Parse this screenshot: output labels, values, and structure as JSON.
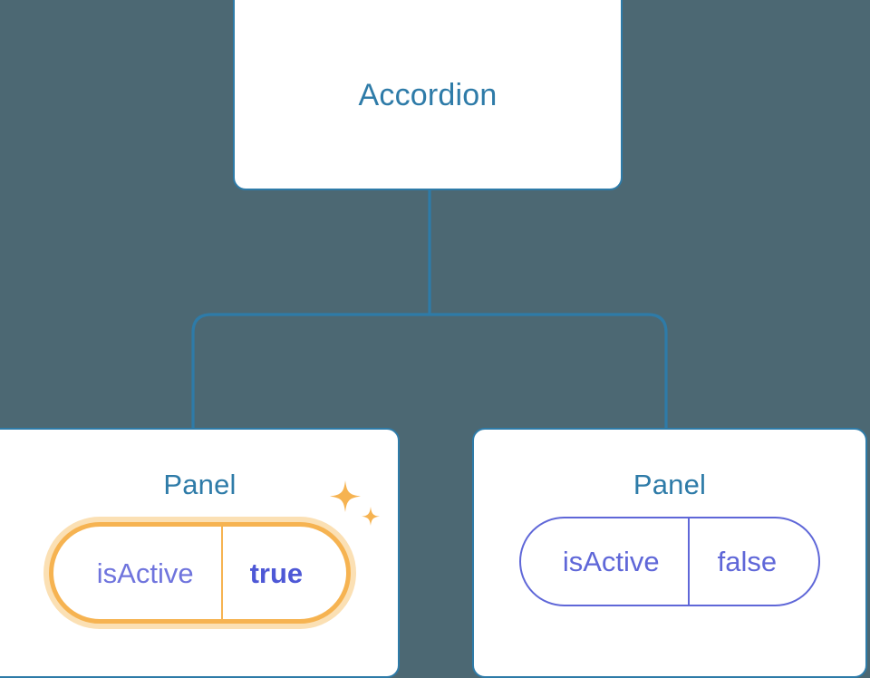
{
  "diagram": {
    "type": "component-tree",
    "background_color": "#4c6873",
    "node_border_color": "#2e7ba8",
    "node_title_color": "#2e7ba8",
    "connector_color": "#2e7ba8",
    "prop_color": "#5f67d8",
    "highlight_color": "#f6b351",
    "highlight_glow_color": "#fbe0b4",
    "root": {
      "title": "Accordion"
    },
    "children": [
      {
        "title": "Panel",
        "highlighted": true,
        "props": [
          {
            "key": "isActive",
            "value": "true"
          }
        ],
        "sparkle_icons": [
          "sparkle-large-icon",
          "sparkle-small-icon"
        ]
      },
      {
        "title": "Panel",
        "highlighted": false,
        "props": [
          {
            "key": "isActive",
            "value": "false"
          }
        ]
      }
    ]
  }
}
